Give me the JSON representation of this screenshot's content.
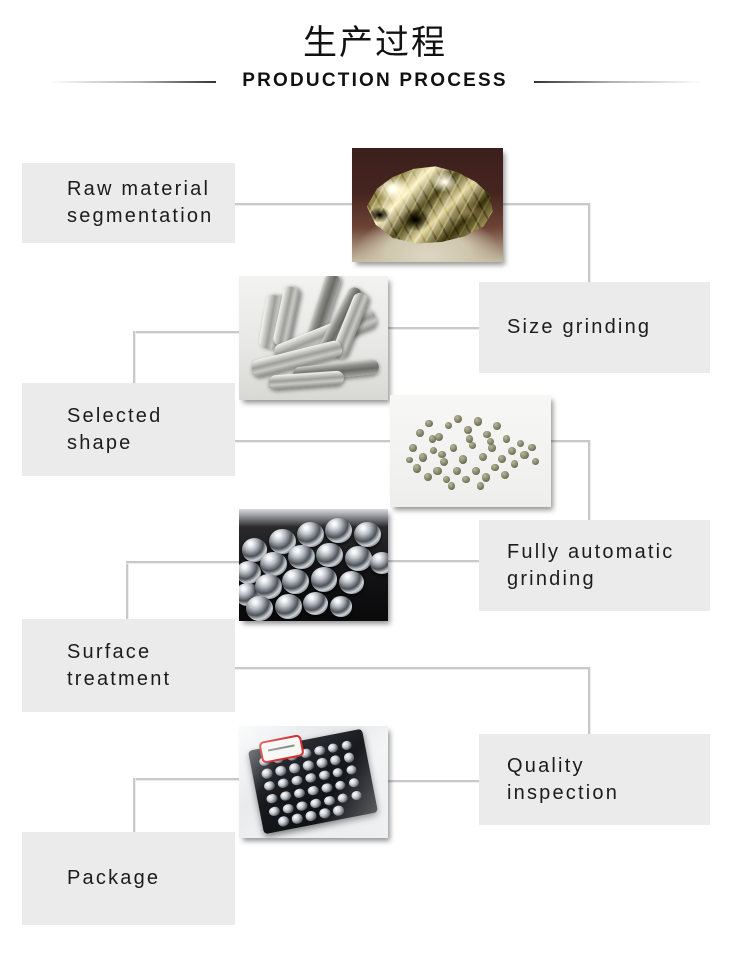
{
  "header": {
    "title_cn": "生产过程",
    "title_en": "PRODUCTION PROCESS",
    "rule_color": "#3a3a3a"
  },
  "theme": {
    "page_background": "#ffffff",
    "label_box_background": "#ebebeb",
    "label_text_color": "#1c1c1c",
    "connector_line_color": "#c9c9c9"
  },
  "steps": [
    {
      "index": 1,
      "label": "Raw material\nsegmentation",
      "side": "left",
      "photo_name": "raw-tungsten-ore-photo"
    },
    {
      "index": 2,
      "label": "Size grinding",
      "side": "right",
      "photo_name": "metal-ingot-bars-photo"
    },
    {
      "index": 3,
      "label": "Selected\nshape",
      "side": "left",
      "photo_name": "green-pellets-photo"
    },
    {
      "index": 4,
      "label": "Fully automatic\ngrinding",
      "side": "right",
      "photo_name": "polished-balls-tray-photo"
    },
    {
      "index": 5,
      "label": "Surface\ntreatment",
      "side": "left",
      "photo_name": "vacuum-package-photo"
    },
    {
      "index": 6,
      "label": "Quality\ninspection",
      "side": "right",
      "photo_name": null
    },
    {
      "index": 7,
      "label": "Package",
      "side": "left",
      "photo_name": null
    }
  ],
  "photos": [
    {
      "name": "raw-tungsten-ore-photo",
      "alt": "raw tungsten ore chunk on dark red background"
    },
    {
      "name": "metal-ingot-bars-photo",
      "alt": "stacked cut metal ingot bars in a white box"
    },
    {
      "name": "green-pellets-photo",
      "alt": "pile of small dark green cylindrical pellets"
    },
    {
      "name": "polished-balls-tray-photo",
      "alt": "mirror polished steel balls in a black tray"
    },
    {
      "name": "vacuum-package-photo",
      "alt": "vacuum sealed bag holding a black ball tray with red label"
    }
  ]
}
